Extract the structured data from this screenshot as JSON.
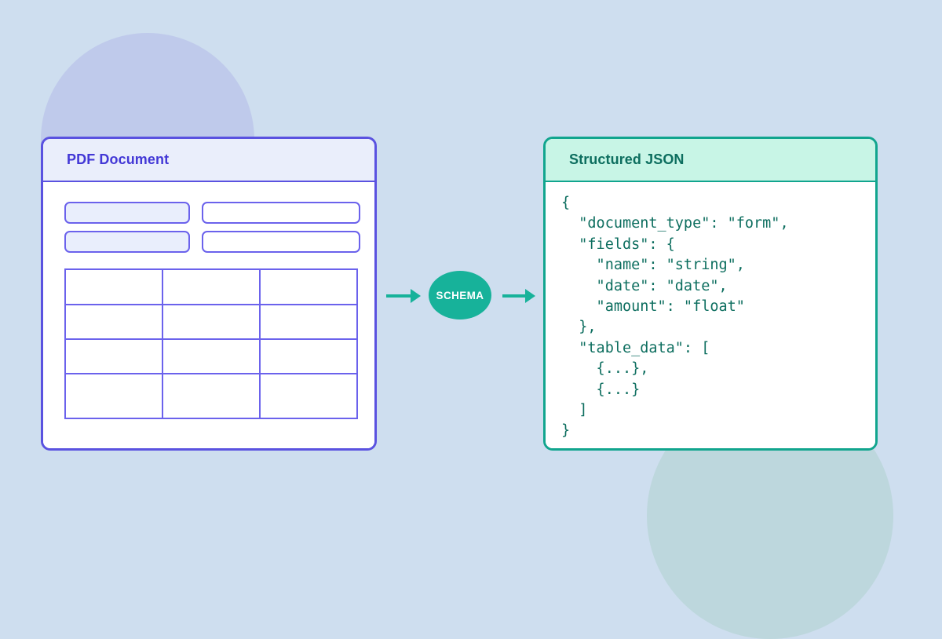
{
  "background": {
    "page_color": "#cedeef",
    "blob_purple_color": "#bfcaeb",
    "blob_teal_color": "#bdd7dd"
  },
  "pdf_panel": {
    "title": "PDF Document",
    "border_color": "#5a52e0",
    "header_bg": "#eaeefb",
    "header_text_color": "#4338d6",
    "form_rows": [
      {
        "left_field": "",
        "right_field": ""
      },
      {
        "left_field": "",
        "right_field": ""
      }
    ],
    "table": {
      "rows": 4,
      "columns": 3,
      "cells": [
        [
          "",
          "",
          ""
        ],
        [
          "",
          "",
          ""
        ],
        [
          "",
          "",
          ""
        ],
        [
          "",
          "",
          ""
        ]
      ]
    }
  },
  "flow": {
    "badge_label": "SCHEMA",
    "badge_color": "#17b29a",
    "arrow_color": "#17b29a",
    "arrow_left_name": "arrow-pdf-to-schema",
    "arrow_right_name": "arrow-schema-to-json"
  },
  "json_panel": {
    "title": "Structured JSON",
    "border_color": "#11a58e",
    "header_bg": "#c8f5e6",
    "header_text_color": "#0d6e5f",
    "code": "{\n  \"document_type\": \"form\",\n  \"fields\": {\n    \"name\": \"string\",\n    \"date\": \"date\",\n    \"amount\": \"float\"\n  },\n  \"table_data\": [\n    {...},\n    {...}\n  ]\n}",
    "code_lines": [
      "{",
      "  \"document_type\": \"form\",",
      "  \"fields\": {",
      "    \"name\": \"string\",",
      "    \"date\": \"date\",",
      "    \"amount\": \"float\"",
      "  },",
      "  \"table_data\": [",
      "    {...},",
      "    {...}",
      "  ]",
      "}"
    ]
  }
}
